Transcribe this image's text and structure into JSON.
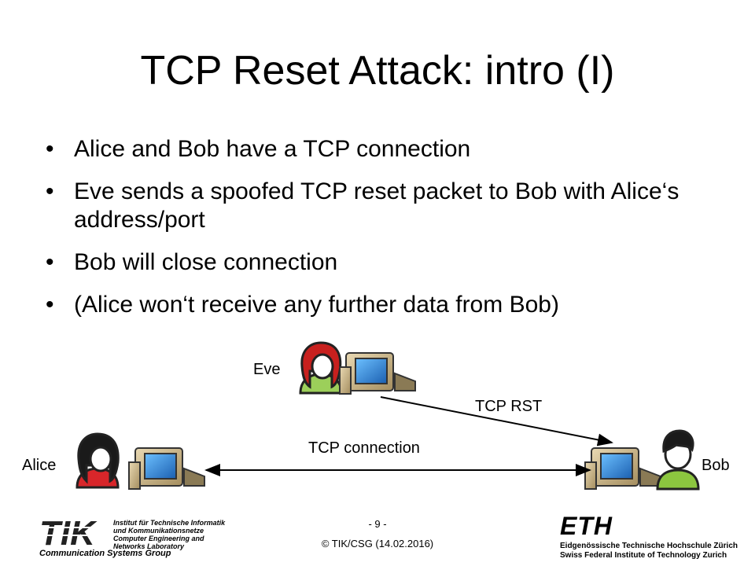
{
  "slide": {
    "title": "TCP Reset Attack: intro (I)",
    "bullets": [
      "Alice and Bob have a TCP connection",
      "Eve sends a spoofed TCP reset packet to Bob with Alice‘s address/port",
      "Bob will close connection",
      "(Alice won‘t receive any further data from Bob)"
    ]
  },
  "diagram": {
    "eve_label": "Eve",
    "alice_label": "Alice",
    "bob_label": "Bob",
    "rst_label": "TCP RST",
    "connection_label": "TCP connection",
    "colors": {
      "eve_hair": "#c8201e",
      "alice_hair": "#1a1a1a",
      "bob_hair": "#1a1a1a",
      "eve_shirt": "#9ccf5a",
      "alice_shirt": "#d8262a",
      "bob_shirt": "#8cc63f",
      "computer_screen": "#2f86d8"
    }
  },
  "footer": {
    "page_number": "- 9 -",
    "copyright": "© TIK/CSG  (14.02.2016)",
    "tik_lines": [
      "Institut für Technische Informatik",
      "und Kommunikationsnetze",
      "Computer Engineering and",
      "Networks Laboratory"
    ],
    "tik_logo": "TIK",
    "tik_group": "Communication Systems Group",
    "eth_logo": "ETH",
    "eth_line1": "Eidgenössische Technische Hochschule Zürich",
    "eth_line2": "Swiss Federal Institute of Technology Zurich"
  }
}
